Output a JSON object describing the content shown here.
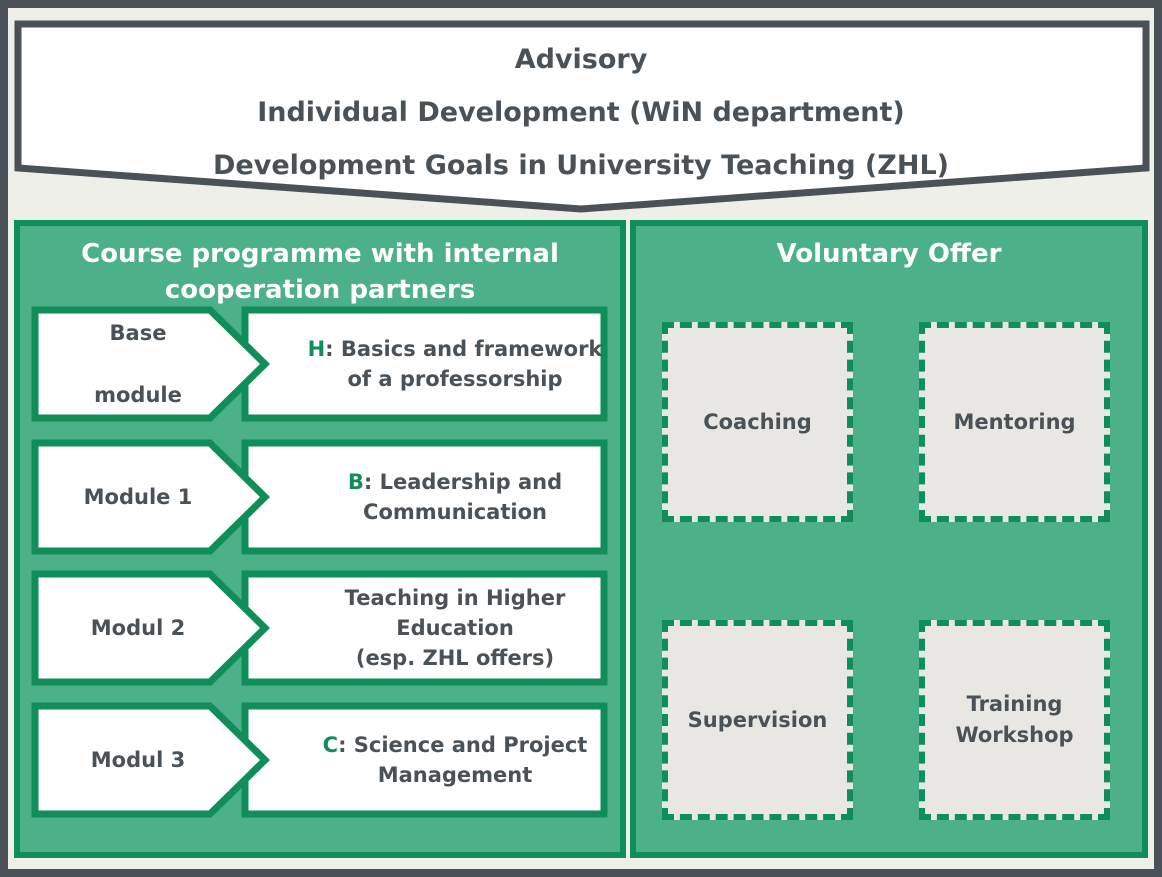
{
  "banner": {
    "lines": [
      "Advisory",
      "Individual Development (WiN department)",
      "Development Goals in University Teaching (ZHL)"
    ]
  },
  "course": {
    "title_line1": "Course programme with internal",
    "title_line2": "cooperation partners",
    "modules": [
      {
        "label": [
          "Base",
          "module"
        ],
        "letter": "H",
        "text": [
          "Basics and framework",
          "of a professorship"
        ]
      },
      {
        "label": [
          "Module 1"
        ],
        "letter": "B",
        "text": [
          "Leadership and",
          "Communication"
        ]
      },
      {
        "label": [
          "Modul 2"
        ],
        "letter": "",
        "text": [
          "Teaching in Higher",
          "Education",
          "(esp. ZHL offers)"
        ]
      },
      {
        "label": [
          "Modul 3"
        ],
        "letter": "C",
        "text": [
          "Science and Project",
          "Management"
        ]
      }
    ]
  },
  "voluntary": {
    "title": "Voluntary Offer",
    "offers": [
      [
        "Coaching"
      ],
      [
        "Mentoring"
      ],
      [
        "Supervision"
      ],
      [
        "Training",
        "Workshop"
      ]
    ]
  },
  "colors": {
    "dark_green": "#0f8e5a",
    "panel_green": "#4cb088",
    "text_gray": "#4a5258",
    "background": "#efefea",
    "offer_fill": "#e8e7e3"
  }
}
